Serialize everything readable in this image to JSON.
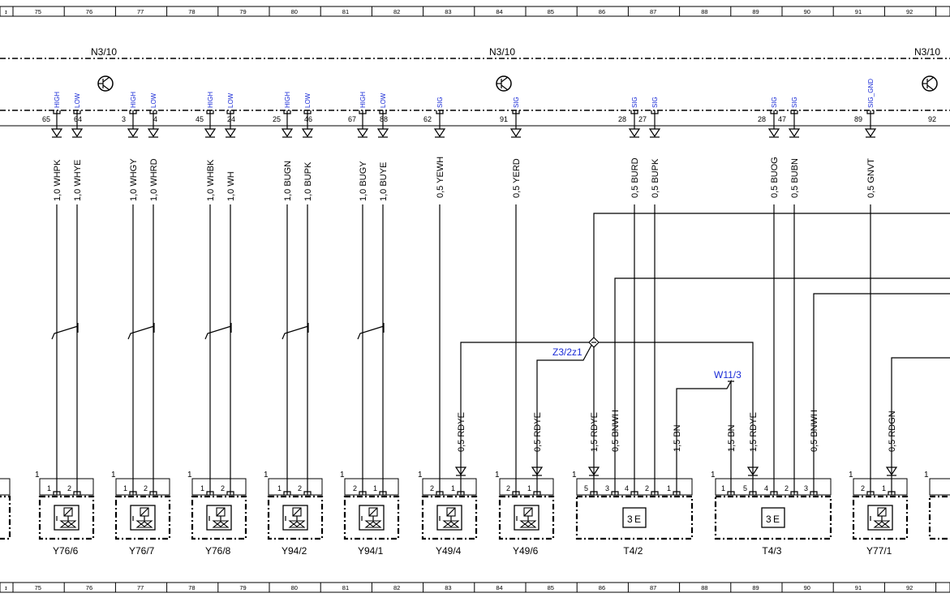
{
  "grid": {
    "labels": [
      "75",
      "76",
      "77",
      "78",
      "79",
      "80",
      "81",
      "82",
      "83",
      "84",
      "85",
      "86",
      "87",
      "88",
      "89",
      "90",
      "91",
      "92"
    ]
  },
  "ecu": {
    "labels": [
      "N3/10",
      "N3/10",
      "N3/10"
    ]
  },
  "connectors": [
    {
      "signals": [
        "HIGH",
        "LOW"
      ],
      "pins": [
        "65",
        "64"
      ],
      "wires": [
        "1,0 WHPK",
        "1,0 WHYE"
      ],
      "comp_pins": [
        "1",
        "2"
      ],
      "name": "Y76/6",
      "type": "valve",
      "pin1": "1"
    },
    {
      "signals": [
        "HIGH",
        "LOW"
      ],
      "pins": [
        "3",
        "4"
      ],
      "wires": [
        "1,0 WHGY",
        "1,0 WHRD"
      ],
      "comp_pins": [
        "1",
        "2"
      ],
      "name": "Y76/7",
      "type": "valve",
      "pin1": "1"
    },
    {
      "signals": [
        "HIGH",
        "LOW"
      ],
      "pins": [
        "45",
        "24"
      ],
      "wires": [
        "1,0 WHBK",
        "1,0 WH"
      ],
      "comp_pins": [
        "1",
        "2"
      ],
      "name": "Y76/8",
      "type": "valve",
      "pin1": "1"
    },
    {
      "signals": [
        "HIGH",
        "LOW"
      ],
      "pins": [
        "25",
        "46"
      ],
      "wires": [
        "1,0 BUGN",
        "1,0 BUPK"
      ],
      "comp_pins": [
        "1",
        "2"
      ],
      "name": "Y94/2",
      "type": "valve",
      "pin1": "1"
    },
    {
      "signals": [
        "HIGH",
        "LOW"
      ],
      "pins": [
        "67",
        "88"
      ],
      "wires": [
        "1,0 BUGY",
        "1,0 BUYE"
      ],
      "comp_pins": [
        "2",
        "1"
      ],
      "name": "Y94/1",
      "type": "valve",
      "pin1": "1"
    }
  ],
  "single_signals": [
    {
      "signal": "SIG",
      "pin": "62",
      "wire": "0,5 YEWH"
    },
    {
      "signal": "SIG",
      "pin": "91",
      "wire": "0,5 YERD"
    },
    {
      "signal": "SIG",
      "pin": "28",
      "wire": "0,5 BURD"
    },
    {
      "signal": "SIG",
      "pin": "27",
      "wire": "0,5 BUPK"
    },
    {
      "signal": "SIG",
      "pin": "28",
      "wire": "0,5 BUOG"
    },
    {
      "signal": "SIG",
      "pin": "47",
      "wire": "0,5 BUBN"
    },
    {
      "signal": "SIG_GND",
      "pin": "89",
      "wire": "0,5 GNVT"
    },
    {
      "signal": "",
      "pin": "92",
      "wire": ""
    }
  ],
  "lower_wires": [
    "0,5 RDYE",
    "0,5 RDYE",
    "1,5 RDYE",
    "0,5 BNWH",
    "1,5 BN",
    "1,5 BN",
    "1,5 RDYE",
    "0,5 BNWH",
    "0,5 RDGN"
  ],
  "splices": {
    "z": "Z3/2z1",
    "w": "W11/3"
  },
  "components": [
    {
      "name": "Y49/4",
      "pins": [
        "2",
        "1"
      ],
      "pin1": "1"
    },
    {
      "name": "Y49/6",
      "pins": [
        "2",
        "1"
      ],
      "pin1": "1"
    },
    {
      "name": "T4/2",
      "pins": [
        "5",
        "3",
        "4",
        "2",
        "1"
      ],
      "pin1": "1"
    },
    {
      "name": "T4/3",
      "pins": [
        "1",
        "5",
        "4",
        "2",
        "3"
      ],
      "pin1": "1"
    },
    {
      "name": "Y77/1",
      "pins": [
        "2",
        "1"
      ],
      "pin1": "1"
    },
    {
      "name": "",
      "pins": [],
      "pin1": "1"
    }
  ],
  "left_edge_component": {
    "pin1": "1"
  }
}
